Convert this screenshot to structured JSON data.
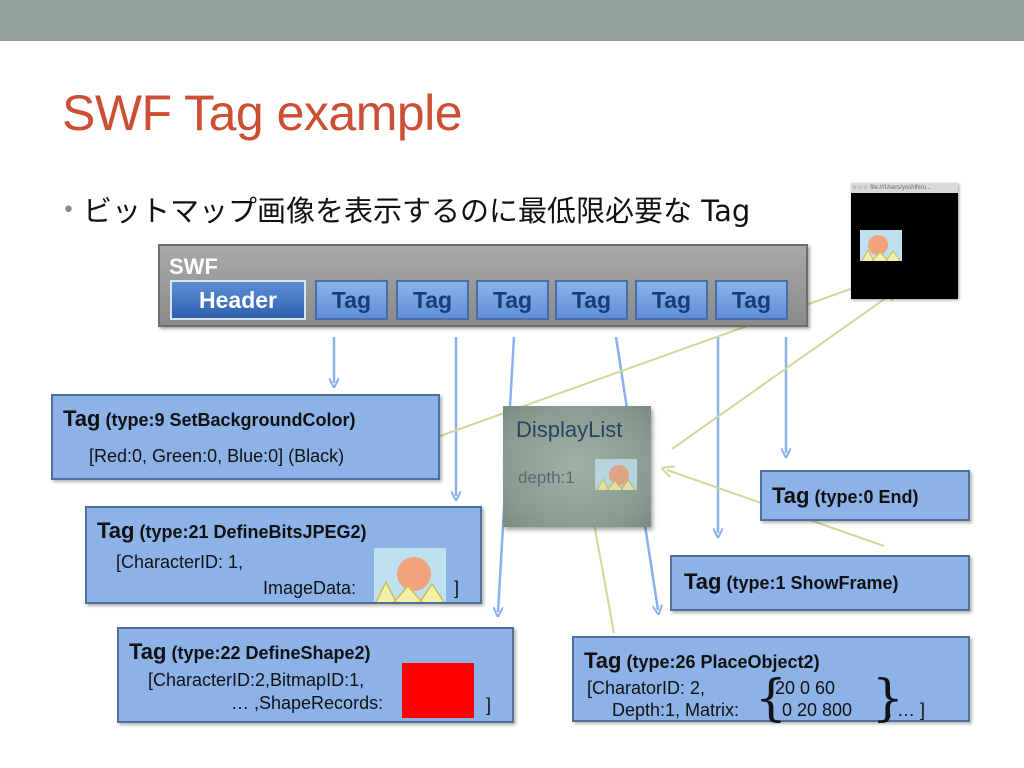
{
  "title": "SWF Tag example",
  "bullet": "ビットマップ画像を表示するのに最低限必要な Tag",
  "swf": {
    "label": "SWF",
    "header": "Header",
    "tags": [
      "Tag",
      "Tag",
      "Tag",
      "Tag",
      "Tag",
      "Tag"
    ]
  },
  "boxes": {
    "bg": {
      "tag": "Tag",
      "type": " (type:9 SetBackgroundColor)",
      "line1": "[Red:0, Green:0, Blue:0] (Black)"
    },
    "jpeg": {
      "tag": "Tag",
      "type": " (type:21 DefineBitsJPEG2)",
      "line1": "[CharacterID: 1,",
      "line2": "ImageData:",
      "close": "]"
    },
    "shape": {
      "tag": "Tag",
      "type": " (type:22 DefineShape2)",
      "line1": "[CharacterID:2,BitmapID:1,",
      "line2": "… ,ShapeRecords:",
      "close": "]"
    },
    "end": {
      "tag": "Tag",
      "type": " (type:0 End)"
    },
    "showframe": {
      "tag": "Tag",
      "type": " (type:1 ShowFrame)"
    },
    "place": {
      "tag": "Tag",
      "type": " (type:26 PlaceObject2)",
      "line1": "[CharatorID: 2,",
      "line2": "Depth:1, Matrix:",
      "m_row1": "20   0     60",
      "m_row2": "0   20   800",
      "tail": ", …    ]"
    }
  },
  "displaylist": {
    "title": "DisplayList",
    "depth": "depth:1"
  },
  "preview": {
    "url": "file:///Users/yoshihiro..."
  },
  "colors": {
    "title": "#cc4e33",
    "topbar": "#92a19a",
    "box": "#8cb2e8",
    "arrow_blue": "#8ab0ee",
    "arrow_yellow": "#d5d69a"
  }
}
